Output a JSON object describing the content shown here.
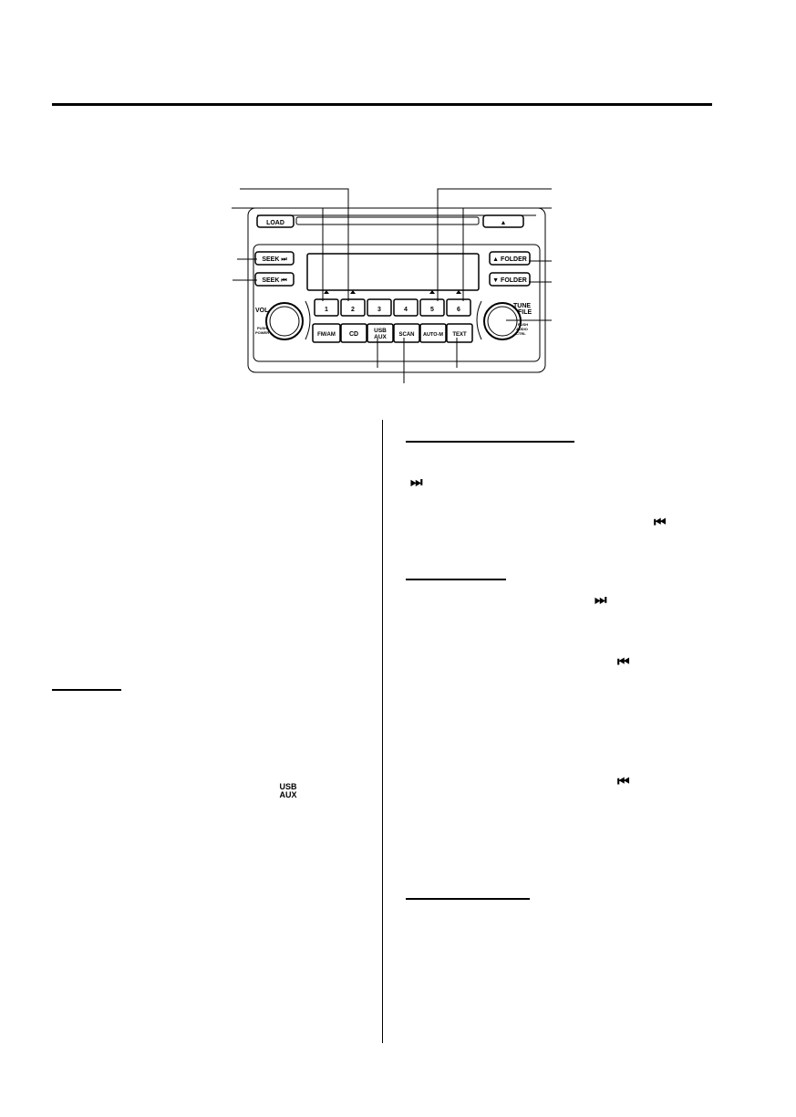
{
  "radio": {
    "buttons": {
      "load": "LOAD",
      "eject": "▲",
      "seek_up": "SEEK ⏭",
      "seek_down": "SEEK ⏮",
      "folder_up": "▲ FOLDER",
      "folder_down": "▼ FOLDER",
      "presets": [
        "1",
        "2",
        "3",
        "4",
        "5",
        "6"
      ],
      "fm_am": "FM/AM",
      "cd": "CD",
      "usb": "USB",
      "aux": "AUX",
      "scan": "SCAN",
      "auto_m": "AUTO-M",
      "text": "TEXT"
    },
    "labels": {
      "vol": "VOL",
      "push_power_1": "PUSH",
      "push_power_2": "POWER",
      "tune": "TUNE",
      "file": "FILE",
      "push_audio_1": "PUSH",
      "push_audio_2": "AUDIO",
      "push_audio_3": "CTRL"
    }
  },
  "inline_icons": {
    "skip_forward": "⏭",
    "skip_back": "⏮",
    "usb": "USB",
    "aux": "AUX"
  }
}
